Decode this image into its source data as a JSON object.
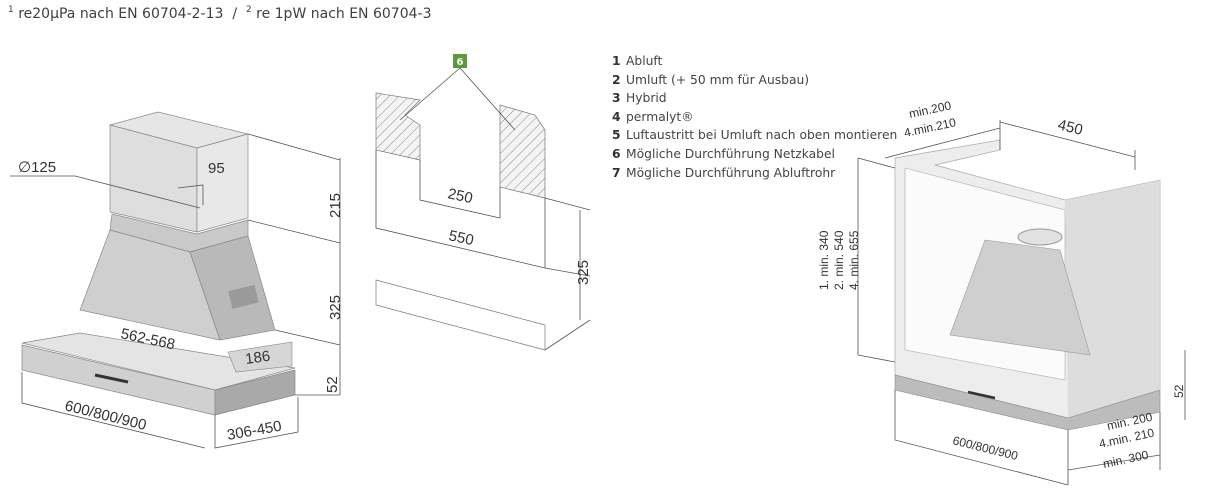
{
  "footnote": {
    "sup1": "1",
    "text1": "re20µPa nach EN 60704-2-13",
    "separator": "/",
    "sup2": "2",
    "text2": "re 1pW nach EN 60704-3"
  },
  "legend": [
    {
      "num": "1",
      "label": "Abluft"
    },
    {
      "num": "2",
      "label": "Umluft (+ 50 mm für Ausbau)"
    },
    {
      "num": "3",
      "label": "Hybrid"
    },
    {
      "num": "4",
      "label": "permalyt®"
    },
    {
      "num": "5",
      "label": "Luftaustritt bei Umluft nach oben montieren"
    },
    {
      "num": "6",
      "label": "Mögliche Durchführung Netzkabel"
    },
    {
      "num": "7",
      "label": "Mögliche Durchführung Abluftrohr"
    }
  ],
  "left_drawing": {
    "diameter": "∅125",
    "d95": "95",
    "d215": "215",
    "d325": "325",
    "d52": "52",
    "d562": "562-568",
    "d186": "186",
    "width": "600/800/900",
    "depth": "306-450"
  },
  "middle_drawing": {
    "badge": "6",
    "d250": "250",
    "d550": "550",
    "d325": "325"
  },
  "right_drawing": {
    "top_min200": "min.200",
    "top_min210": "4.min.210",
    "d450": "450",
    "h1": "1. min. 340",
    "h2": "2. min. 540",
    "h4": "4. min. 655",
    "d52": "52",
    "bot_min200": "min. 200",
    "bot_min210": "4.min. 210",
    "bot_min300": "min. 300",
    "width": "600/800/900"
  },
  "colors": {
    "badge": "#5a9a3c"
  }
}
